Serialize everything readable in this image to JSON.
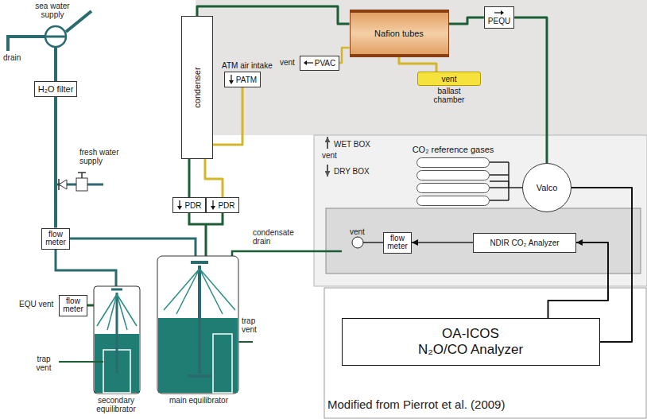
{
  "diagram": {
    "caption": "Modified from Pierrot et al. (2009)",
    "nodes": [
      {
        "text": [
          "H₂O filter"
        ]
      },
      {
        "text": [
          "flow meter"
        ]
      },
      {
        "text": [
          "flow meter"
        ]
      },
      {
        "text": [
          "condenser"
        ]
      },
      {
        "text": [
          "PDR"
        ]
      },
      {
        "text": [
          "PDR"
        ]
      },
      {
        "text": [
          "ATM air intake",
          "PATM"
        ]
      },
      {
        "text": [
          "PVAC"
        ]
      },
      {
        "text": [
          "Nafion tubes"
        ]
      },
      {
        "text": [
          "PEQU"
        ]
      },
      {
        "text": [
          "vent",
          "ballast chamber"
        ]
      },
      {
        "text": [
          "CO₂ reference gases"
        ]
      },
      {
        "text": [
          "Valco"
        ]
      },
      {
        "text": [
          "NDIR CO₂ Analyzer"
        ]
      },
      {
        "text": [
          "flow meter"
        ]
      },
      {
        "text": [
          "OA-ICOS N₂O/CO Analyzer"
        ]
      }
    ],
    "edges": [
      {
        "from": 0,
        "to": 1,
        "arrow": "none"
      },
      {
        "from": 3,
        "to": 4,
        "arrow": "none"
      },
      {
        "from": 3,
        "to": 5,
        "arrow": "none"
      },
      {
        "from": 6,
        "to": 3,
        "arrow": "none"
      },
      {
        "from": 3,
        "to": 8,
        "arrow": "none"
      },
      {
        "from": 7,
        "to": 8,
        "arrow": "none"
      },
      {
        "from": 8,
        "to": 9,
        "arrow": "none"
      },
      {
        "from": 9,
        "to": 12,
        "arrow": "none"
      },
      {
        "from": 10,
        "to": 8,
        "arrow": "none"
      },
      {
        "from": 11,
        "to": 12,
        "arrow": "none"
      },
      {
        "from": 12,
        "to": 15,
        "arrow": "none"
      },
      {
        "from": 15,
        "to": 13,
        "arrow": "to"
      },
      {
        "from": 13,
        "to": 14,
        "arrow": "to"
      }
    ],
    "labels": [
      "sea water supply",
      "drain",
      "fresh water supply",
      "EQU vent",
      "trap vent",
      "trap vent",
      "secondary equilibrator",
      "main equilibrator",
      "condensate drain",
      "vent",
      "WET BOX",
      "vent",
      "DRY BOX",
      "vent"
    ]
  }
}
